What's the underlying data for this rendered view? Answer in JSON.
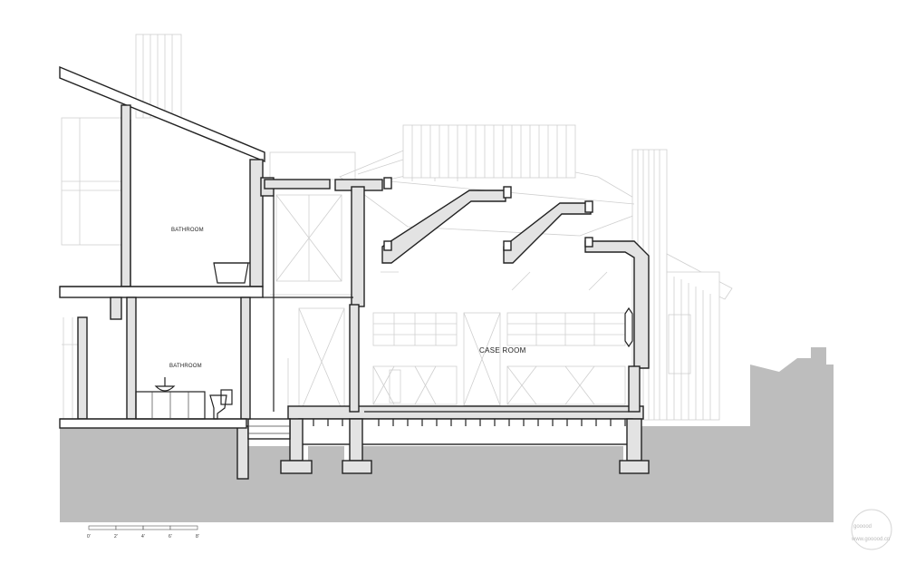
{
  "labels": {
    "bathroom_upper": "BATHROOM",
    "bathroom_lower": "BATHROOM",
    "case_room": "CASE ROOM"
  },
  "scale_bar": {
    "ticks": [
      "0'",
      "2'",
      "4'",
      "6'",
      "8'"
    ]
  },
  "watermark": {
    "logo_text": "gooood",
    "url_text": "www.gooood.cn"
  },
  "colors": {
    "ground": "#bdbdbd",
    "cut": "#e3e3e3",
    "line": "#222222",
    "ghost": "#cfcfcf"
  }
}
